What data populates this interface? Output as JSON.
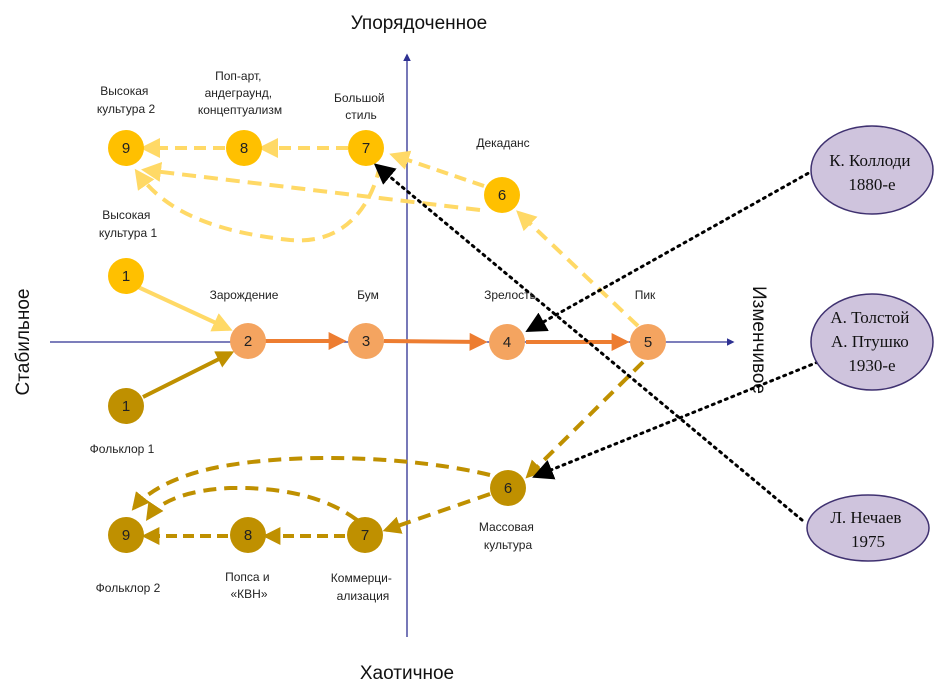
{
  "axes": {
    "top": "Упорядоченное",
    "bottom": "Хаотичное",
    "left": "Стабильное",
    "right": "Изменчивое"
  },
  "stages": {
    "zarozhdenie": "Зарождение",
    "bum": "Бум",
    "zrelost": "Зрелость",
    "pik": "Пик",
    "dekadans": "Декаданс"
  },
  "groups": {
    "high2": [
      "Высокая",
      "культура 2"
    ],
    "popart": [
      "Поп-арт,",
      "андеграунд,",
      "концептуализм"
    ],
    "grand": [
      "Большой",
      "стиль"
    ],
    "high1": [
      "Высокая",
      "культура 1"
    ],
    "folk1": "Фольклор 1",
    "folk2": "Фольклор 2",
    "popsa": [
      "Попса и",
      "«КВН»"
    ],
    "commerc": [
      "Коммерци-",
      "ализация"
    ],
    "mass": [
      "Массовая",
      "культура"
    ]
  },
  "nodes": {
    "h9": "9",
    "h8": "8",
    "h7": "7",
    "h6": "6",
    "h1": "1",
    "c2": "2",
    "c3": "3",
    "c4": "4",
    "c5": "5",
    "f1": "1",
    "f6": "6",
    "f7": "7",
    "f8": "8",
    "f9": "9"
  },
  "authors": {
    "collodi": [
      "К. Коллоди",
      "1880-е"
    ],
    "tolstoy": [
      "А. Толстой",
      "А. Птушко",
      "1930-е"
    ],
    "nechaev": [
      "Л. Нечаев",
      "1975"
    ]
  },
  "colors": {
    "axis": "#2e3192",
    "high": "#ffc000",
    "high_arrow": "#ffd966",
    "core": "#f4a460",
    "core_arrow": "#ed7d31",
    "folk": "#bf9000",
    "ellipse_fill": "#cfc4dd",
    "ellipse_stroke": "#3f3170"
  }
}
